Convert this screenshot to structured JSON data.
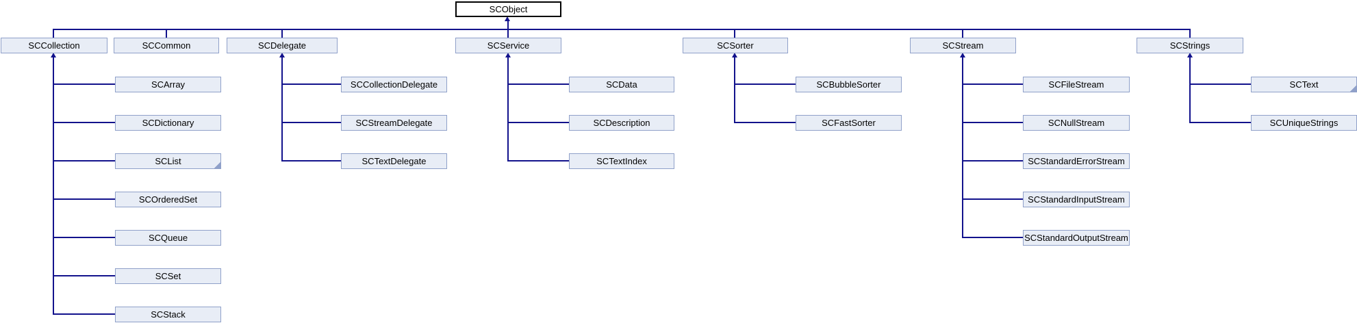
{
  "colors": {
    "edge-color": "#12128C",
    "node-fill": "#E8EDF6",
    "node-border": "#8FA0C9",
    "root-border": "#000000"
  },
  "diagram": {
    "type": "class-inheritance-graph",
    "root": {
      "label": "SCObject"
    },
    "groups": [
      {
        "parent": {
          "label": "SCCollection"
        },
        "children": [
          {
            "label": "SCArray"
          },
          {
            "label": "SCDictionary"
          },
          {
            "label": "SCList",
            "truncated": true
          },
          {
            "label": "SCOrderedSet"
          },
          {
            "label": "SCQueue"
          },
          {
            "label": "SCSet"
          },
          {
            "label": "SCStack"
          }
        ]
      },
      {
        "parent": {
          "label": "SCCommon"
        },
        "children": []
      },
      {
        "parent": {
          "label": "SCDelegate"
        },
        "children": [
          {
            "label": "SCCollectionDelegate"
          },
          {
            "label": "SCStreamDelegate"
          },
          {
            "label": "SCTextDelegate"
          }
        ]
      },
      {
        "parent": {
          "label": "SCService"
        },
        "children": [
          {
            "label": "SCData"
          },
          {
            "label": "SCDescription"
          },
          {
            "label": "SCTextIndex"
          }
        ]
      },
      {
        "parent": {
          "label": "SCSorter"
        },
        "children": [
          {
            "label": "SCBubbleSorter"
          },
          {
            "label": "SCFastSorter"
          }
        ]
      },
      {
        "parent": {
          "label": "SCStream"
        },
        "children": [
          {
            "label": "SCFileStream"
          },
          {
            "label": "SCNullStream"
          },
          {
            "label": "SCStandardErrorStream"
          },
          {
            "label": "SCStandardInputStream"
          },
          {
            "label": "SCStandardOutputStream"
          }
        ]
      },
      {
        "parent": {
          "label": "SCStrings"
        },
        "children": [
          {
            "label": "SCText",
            "truncated": true
          },
          {
            "label": "SCUniqueStrings"
          }
        ]
      }
    ]
  }
}
